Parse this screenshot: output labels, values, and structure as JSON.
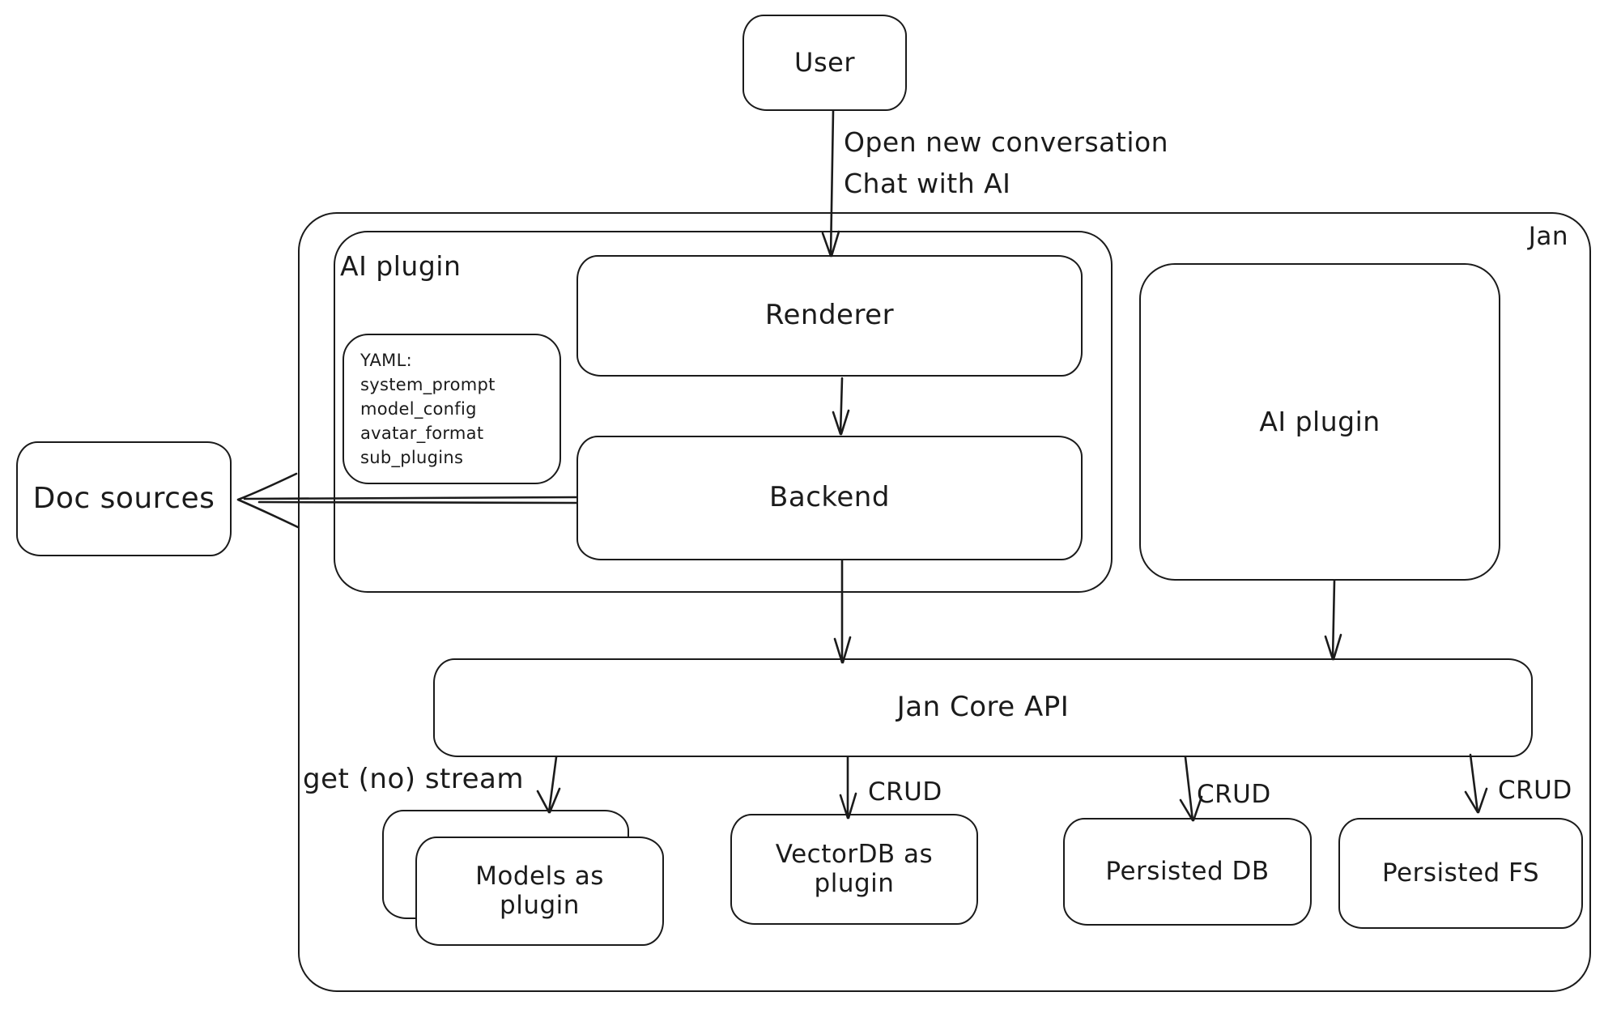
{
  "diagram": {
    "title": "Jan",
    "nodes": {
      "user": "User",
      "ai_plugin_group": "AI plugin",
      "renderer": "Renderer",
      "backend": "Backend",
      "ai_plugin": "AI plugin",
      "doc_sources": "Doc sources",
      "jan_core_api": "Jan Core API",
      "models_as_plugin": "Models as plugin",
      "vectordb_as_plugin": "VectorDB as plugin",
      "persisted_db": "Persisted DB",
      "persisted_fs": "Persisted FS"
    },
    "yaml_note": {
      "lines": [
        "YAML:",
        "system_prompt",
        "model_config",
        "avatar_format",
        "sub_plugins"
      ]
    },
    "edge_labels": {
      "user_flow": [
        "Open new conversation",
        "Chat with AI"
      ],
      "models_edge": "get (no) stream",
      "vectordb_edge": "CRUD",
      "persisted_db_edge": "CRUD",
      "persisted_fs_edge": "CRUD"
    },
    "colors": {
      "stroke": "#1b1b1b",
      "background": "#ffffff"
    }
  }
}
